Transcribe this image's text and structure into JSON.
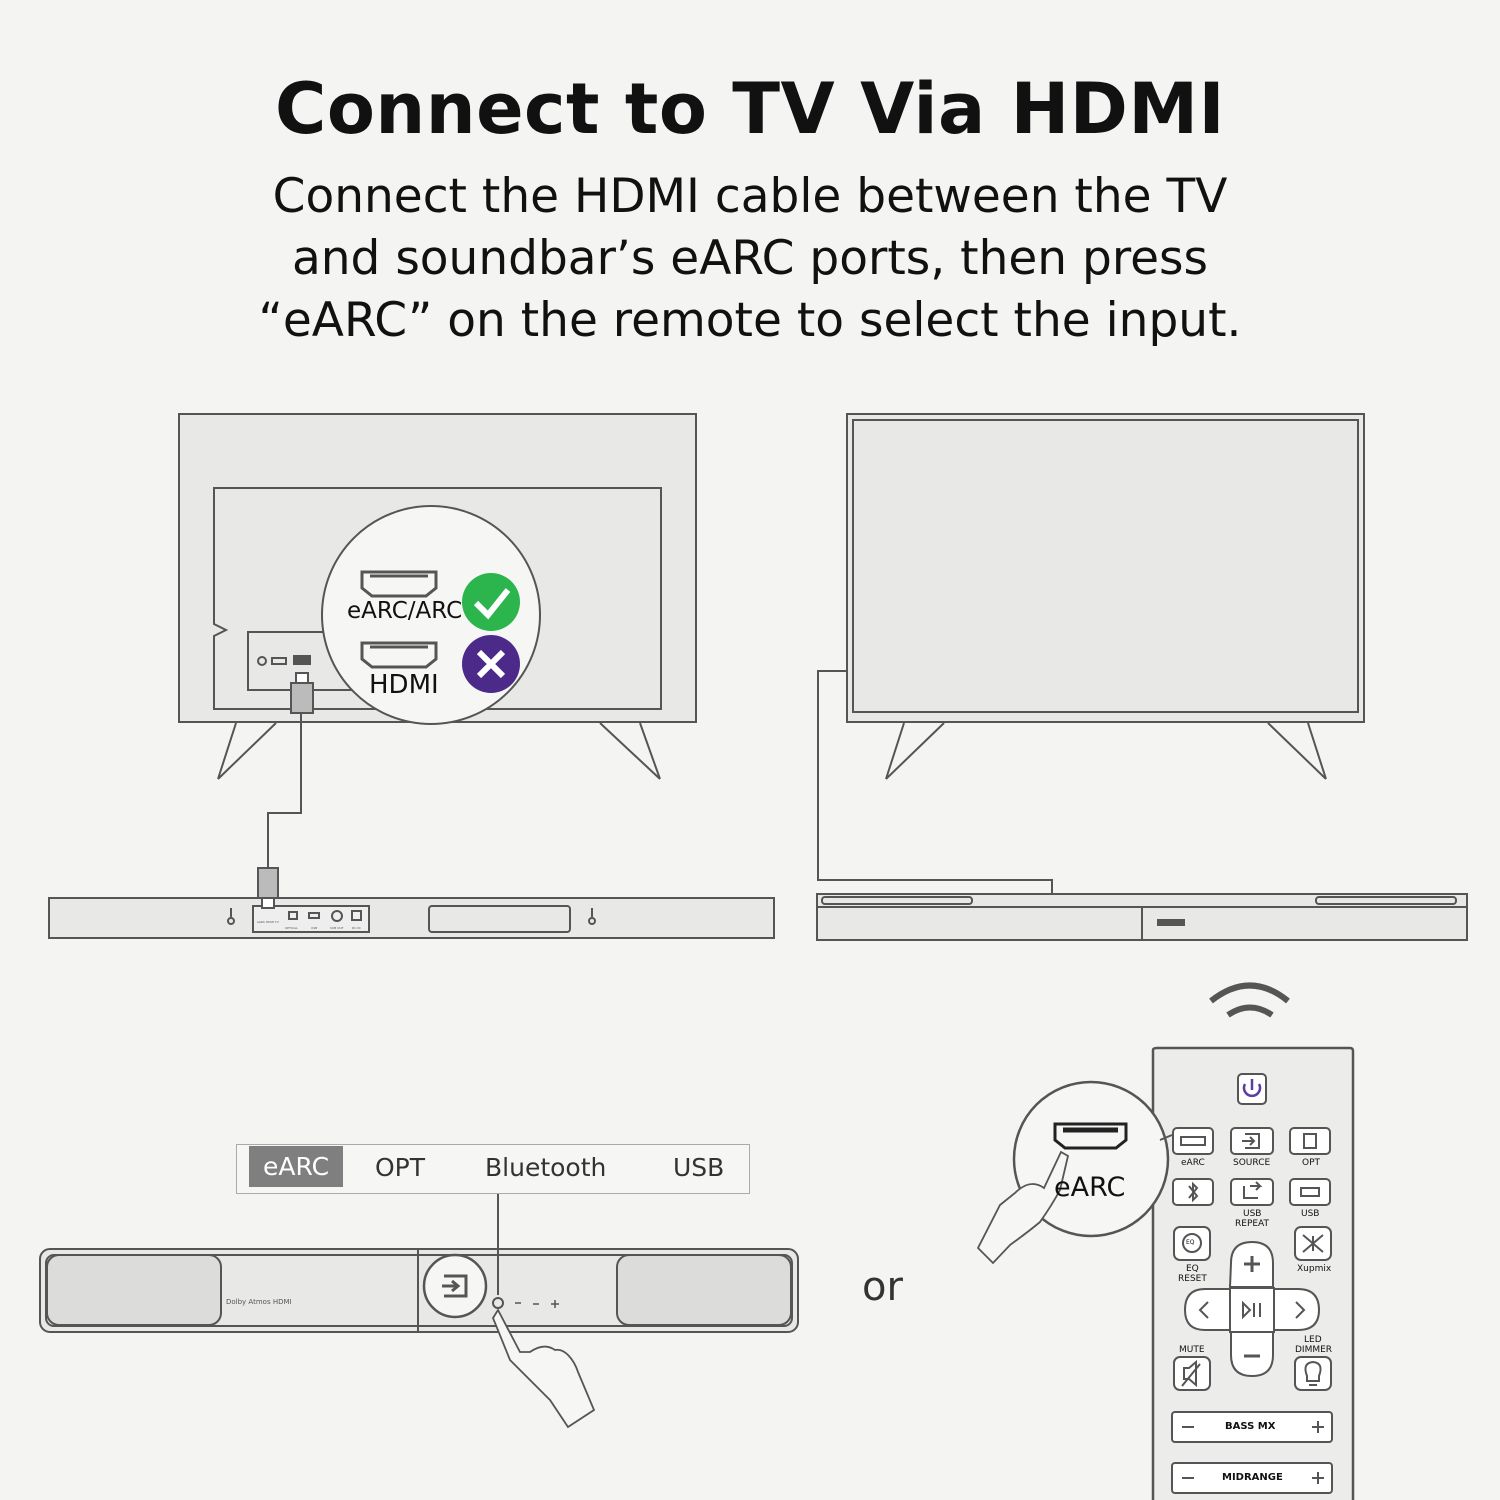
{
  "title": "Connect to TV Via HDMI",
  "subtitle_lines": [
    "Connect the HDMI cable between the TV",
    "and soundbar’s eARC ports, then press",
    "“eARC” on the remote to select the input."
  ],
  "port_callout": {
    "earc_label": "eARC/ARC",
    "hdmi_label": "HDMI"
  },
  "soundbar_ports": [
    "eARC HDMI TV",
    "OPTICAL",
    "USB",
    "SUB OUT",
    "DC IN"
  ],
  "source_selector": {
    "items": [
      "eARC",
      "OPT",
      "Bluetooth",
      "USB"
    ],
    "active": "eARC"
  },
  "soundbar_front_brand": "Dolby Atmos  HDMI",
  "or_text": "or",
  "remote_callout_label": "eARC",
  "remote": {
    "buttons": {
      "earc": "eARC",
      "source": "SOURCE",
      "opt": "OPT",
      "usb_repeat_1": "USB",
      "usb_repeat_2": "REPEAT",
      "usb": "USB",
      "eq_icon": "EQ",
      "eq_reset_1": "EQ",
      "eq_reset_2": "RESET",
      "xupmix": "Xupmix",
      "mute": "MUTE",
      "led_dimmer_1": "LED",
      "led_dimmer_2": "DIMMER",
      "bass": "BASS MX",
      "midrange": "MIDRANGE"
    }
  },
  "colors": {
    "check": "#2bb54c",
    "cross": "#4b2a8a",
    "power": "#5c3f9e",
    "line": "#555555",
    "fill": "#e8e8e6"
  }
}
